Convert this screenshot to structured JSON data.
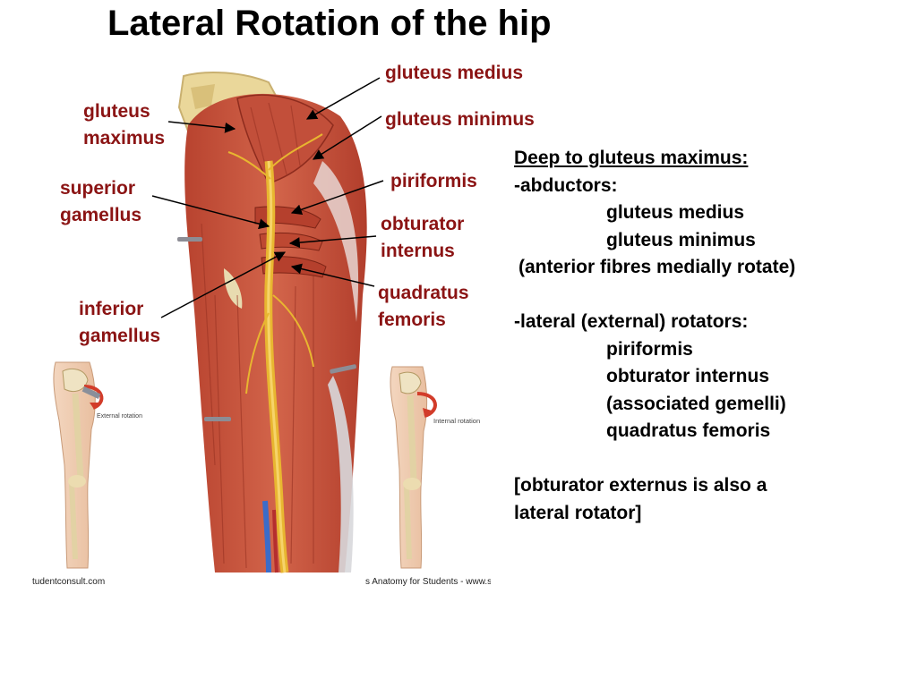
{
  "title": "Lateral Rotation of the hip",
  "labels": {
    "gluteus_maximus": [
      "gluteus",
      "maximus"
    ],
    "superior_gamellus": [
      "superior",
      "gamellus"
    ],
    "inferior_gamellus": [
      "inferior",
      "gamellus"
    ],
    "gluteus_medius": "gluteus medius",
    "gluteus_minimus": "gluteus minimus",
    "piriformis": "piriformis",
    "obturator_internus": [
      "obturator",
      "internus"
    ],
    "quadratus_femoris": [
      "quadratus",
      "femoris"
    ]
  },
  "insets": {
    "left_caption": "External rotation",
    "right_caption": "Internal rotation"
  },
  "credits": {
    "left": "tudentconsult.com",
    "right": "s Anatomy for Students - www.s"
  },
  "notes": {
    "heading": "Deep to gluteus maximus:",
    "abductors_title": "-abductors:",
    "abductors": [
      "gluteus medius",
      "gluteus minimus"
    ],
    "abductors_note": "(anterior fibres medially rotate)",
    "rotators_title": "-lateral (external) rotators:",
    "rotators": [
      "piriformis",
      "obturator internus",
      "(associated gemelli)",
      "quadratus femoris"
    ],
    "footnote": [
      "[obturator externus is also a",
      "lateral rotator]"
    ]
  },
  "colors": {
    "label_text": "#8b1414",
    "muscle": "#c8503a",
    "nerve": "#e8b630",
    "bone": "#e9d89a"
  }
}
